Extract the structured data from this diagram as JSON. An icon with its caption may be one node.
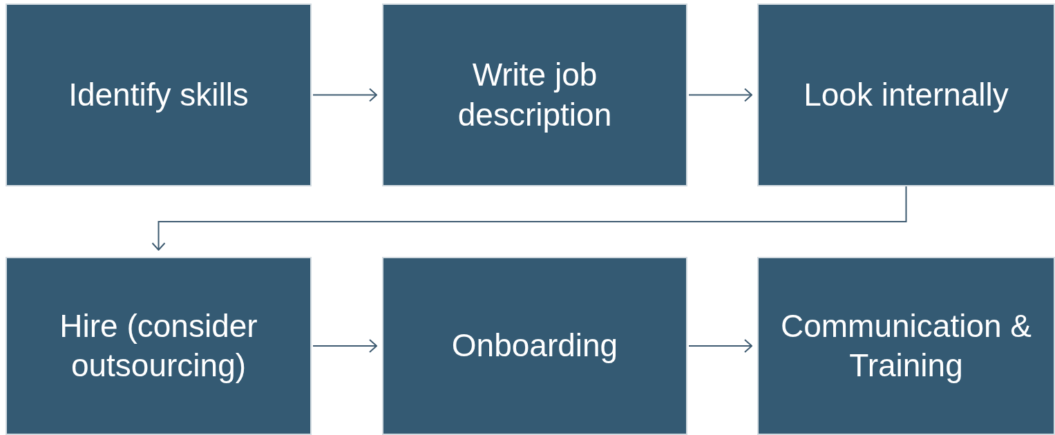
{
  "diagram": {
    "nodes": [
      {
        "text": [
          "Identify skills"
        ]
      },
      {
        "text": [
          "Write job description"
        ]
      },
      {
        "text": [
          "Look internally"
        ]
      },
      {
        "text": [
          "Hire (consider outsourcing)"
        ]
      },
      {
        "text": [
          "Onboarding"
        ]
      },
      {
        "text": [
          "Communication & Training"
        ]
      }
    ],
    "edges": [
      {
        "from": 0,
        "to": 1,
        "arrow": "to"
      },
      {
        "from": 1,
        "to": 2,
        "arrow": "to"
      },
      {
        "from": 2,
        "to": 3,
        "arrow": "to"
      },
      {
        "from": 3,
        "to": 4,
        "arrow": "to"
      },
      {
        "from": 4,
        "to": 5,
        "arrow": "to"
      }
    ]
  }
}
